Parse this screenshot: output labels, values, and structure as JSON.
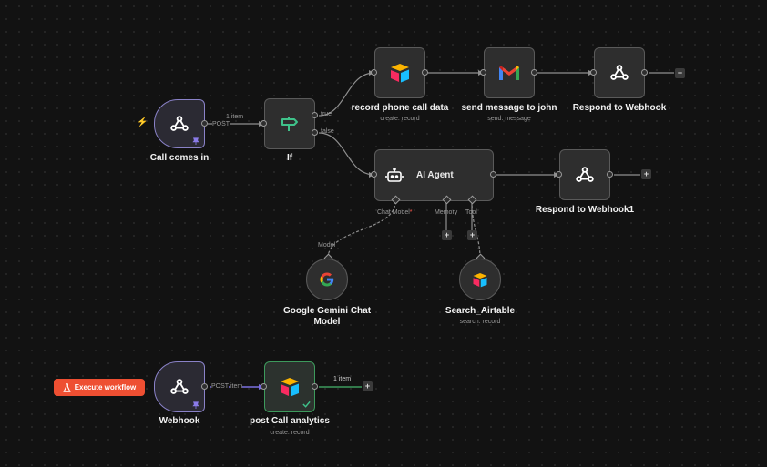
{
  "nodes": {
    "call_comes_in": {
      "label": "Call comes in"
    },
    "if_node": {
      "label": "If"
    },
    "record_call": {
      "label": "record phone call data",
      "sub": "create: record"
    },
    "send_message": {
      "label": "send message to john",
      "sub": "send: message"
    },
    "respond_webhook": {
      "label": "Respond to Webhook"
    },
    "ai_agent": {
      "label": "AI Agent"
    },
    "respond_webhook1": {
      "label": "Respond to Webhook1"
    },
    "gemini": {
      "label": "Google Gemini Chat Model"
    },
    "search_airtable": {
      "label": "Search_Airtable",
      "sub": "search: record"
    },
    "webhook": {
      "label": "Webhook"
    },
    "post_call": {
      "label": "post Call analytics",
      "sub": "create: record"
    }
  },
  "edges": {
    "item_count_top": "1 item",
    "method_top": "POST",
    "true_label": "true",
    "false_label": "false",
    "method_bottom": "POST",
    "item_label_bottom": "item",
    "item_count_bottom": "1 item"
  },
  "agent_ports": {
    "chat_model": "Chat Model",
    "required_mark": "*",
    "memory": "Memory",
    "tool": "Tool",
    "model": "Model"
  },
  "execute_button": {
    "label": "Execute workflow"
  },
  "add_symbol": "+",
  "icons": [
    "webhook-icon",
    "if-icon",
    "airtable-icon",
    "gmail-icon",
    "robot-icon",
    "google-icon",
    "lightning-icon",
    "flask-icon",
    "pin-icon",
    "check-icon"
  ],
  "colors": {
    "accent": "#ee4f32",
    "trigger_border": "#8a82c8",
    "success": "#3d9a5c",
    "canvas": "#121212"
  }
}
